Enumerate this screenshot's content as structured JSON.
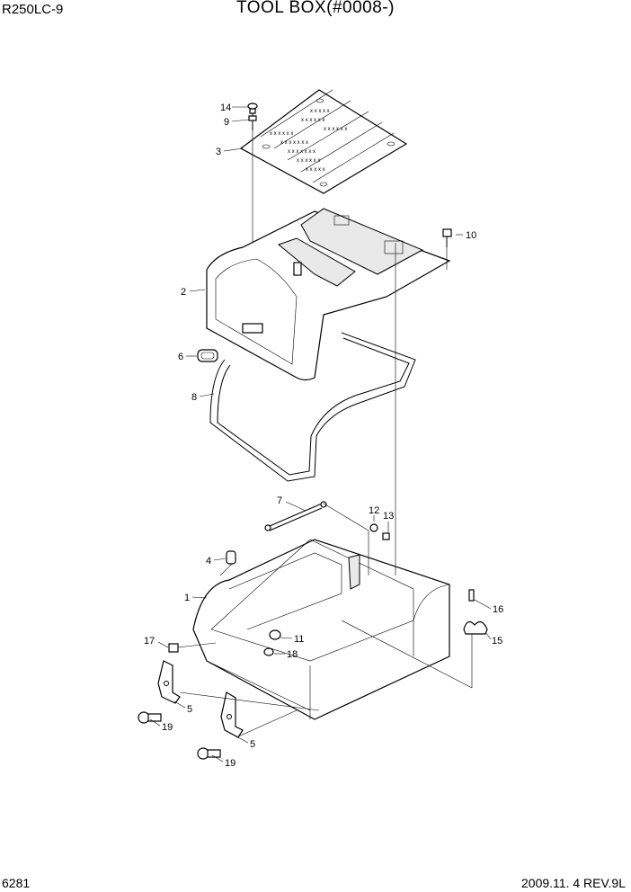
{
  "header": {
    "model": "R250LC-9",
    "title": "TOOL BOX(#0008-)"
  },
  "footer": {
    "page_number": "6281",
    "revision": "2009.11. 4  REV.9L"
  },
  "callouts": [
    {
      "id": "c1",
      "label": "1"
    },
    {
      "id": "c2",
      "label": "2"
    },
    {
      "id": "c3",
      "label": "3"
    },
    {
      "id": "c4",
      "label": "4"
    },
    {
      "id": "c5a",
      "label": "5"
    },
    {
      "id": "c5b",
      "label": "5"
    },
    {
      "id": "c6",
      "label": "6"
    },
    {
      "id": "c7",
      "label": "7"
    },
    {
      "id": "c8",
      "label": "8"
    },
    {
      "id": "c9",
      "label": "9"
    },
    {
      "id": "c10",
      "label": "10"
    },
    {
      "id": "c11",
      "label": "11"
    },
    {
      "id": "c12",
      "label": "12"
    },
    {
      "id": "c13",
      "label": "13"
    },
    {
      "id": "c14",
      "label": "14"
    },
    {
      "id": "c15",
      "label": "15"
    },
    {
      "id": "c16",
      "label": "16"
    },
    {
      "id": "c17",
      "label": "17"
    },
    {
      "id": "c18",
      "label": "18"
    },
    {
      "id": "c19a",
      "label": "19"
    },
    {
      "id": "c19b",
      "label": "19"
    }
  ]
}
